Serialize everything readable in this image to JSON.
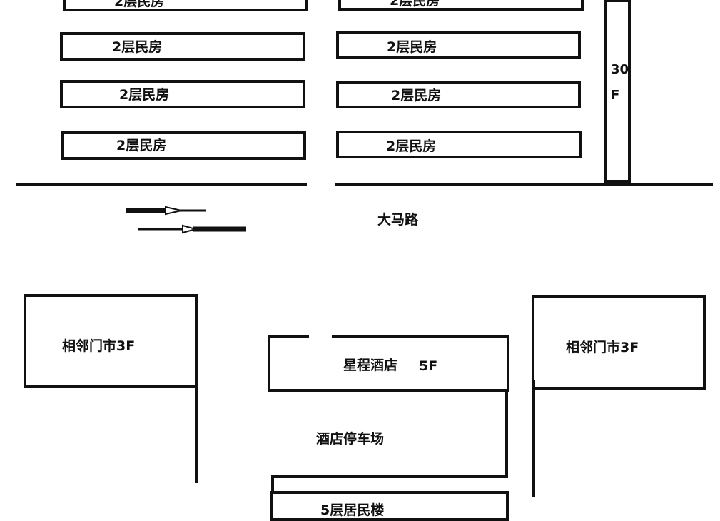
{
  "colors": {
    "ink": "#111111",
    "background": "#ffffff"
  },
  "top_left_houses": [
    "2层民房",
    "2层民房",
    "2层民房",
    "2层民房"
  ],
  "top_right_houses": [
    "2层民房",
    "2层民房",
    "2层民房",
    "2层民房"
  ],
  "tower": {
    "line1": "30",
    "line2": "F"
  },
  "road": {
    "label": "大马路"
  },
  "left_shop": {
    "label": "相邻门市3F"
  },
  "right_shop": {
    "label": "相邻门市3F"
  },
  "hotel": {
    "name": "星程酒店",
    "floors": "5F"
  },
  "parking": {
    "label": "酒店停车场"
  },
  "residential": {
    "label": "5层居民楼"
  }
}
